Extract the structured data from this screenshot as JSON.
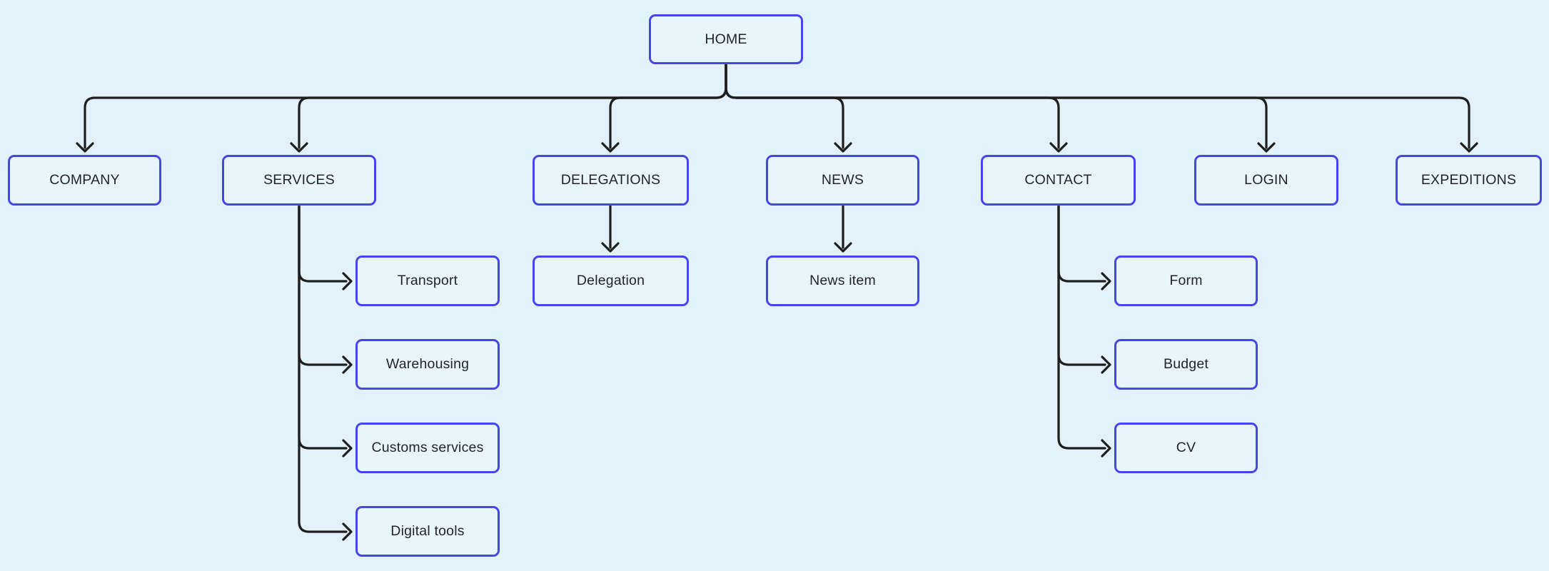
{
  "diagram": {
    "type": "sitemap-flowchart",
    "colors": {
      "background": "#e2f1fa",
      "node_fill": "#e9f5fd",
      "node_border": "#4545ee",
      "connector": "#1e1e1e",
      "text": "#22252b"
    },
    "nodes": {
      "home": {
        "label": "HOME"
      },
      "company": {
        "label": "COMPANY"
      },
      "services": {
        "label": "SERVICES"
      },
      "delegations": {
        "label": "DELEGATIONS"
      },
      "news": {
        "label": "NEWS"
      },
      "contact": {
        "label": "CONTACT"
      },
      "login": {
        "label": "LOGIN"
      },
      "expeditions": {
        "label": "EXPEDITIONS"
      },
      "transport": {
        "label": "Transport"
      },
      "warehousing": {
        "label": "Warehousing"
      },
      "customs_services": {
        "label": "Customs services"
      },
      "digital_tools": {
        "label": "Digital tools"
      },
      "delegation": {
        "label": "Delegation"
      },
      "news_item": {
        "label": "News item"
      },
      "form": {
        "label": "Form"
      },
      "budget": {
        "label": "Budget"
      },
      "cv": {
        "label": "CV"
      }
    },
    "edges": [
      {
        "from": "home",
        "to": "company"
      },
      {
        "from": "home",
        "to": "services"
      },
      {
        "from": "home",
        "to": "delegations"
      },
      {
        "from": "home",
        "to": "news"
      },
      {
        "from": "home",
        "to": "contact"
      },
      {
        "from": "home",
        "to": "login"
      },
      {
        "from": "home",
        "to": "expeditions"
      },
      {
        "from": "services",
        "to": "transport"
      },
      {
        "from": "services",
        "to": "warehousing"
      },
      {
        "from": "services",
        "to": "customs_services"
      },
      {
        "from": "services",
        "to": "digital_tools"
      },
      {
        "from": "delegations",
        "to": "delegation"
      },
      {
        "from": "news",
        "to": "news_item"
      },
      {
        "from": "contact",
        "to": "form"
      },
      {
        "from": "contact",
        "to": "budget"
      },
      {
        "from": "contact",
        "to": "cv"
      }
    ]
  }
}
